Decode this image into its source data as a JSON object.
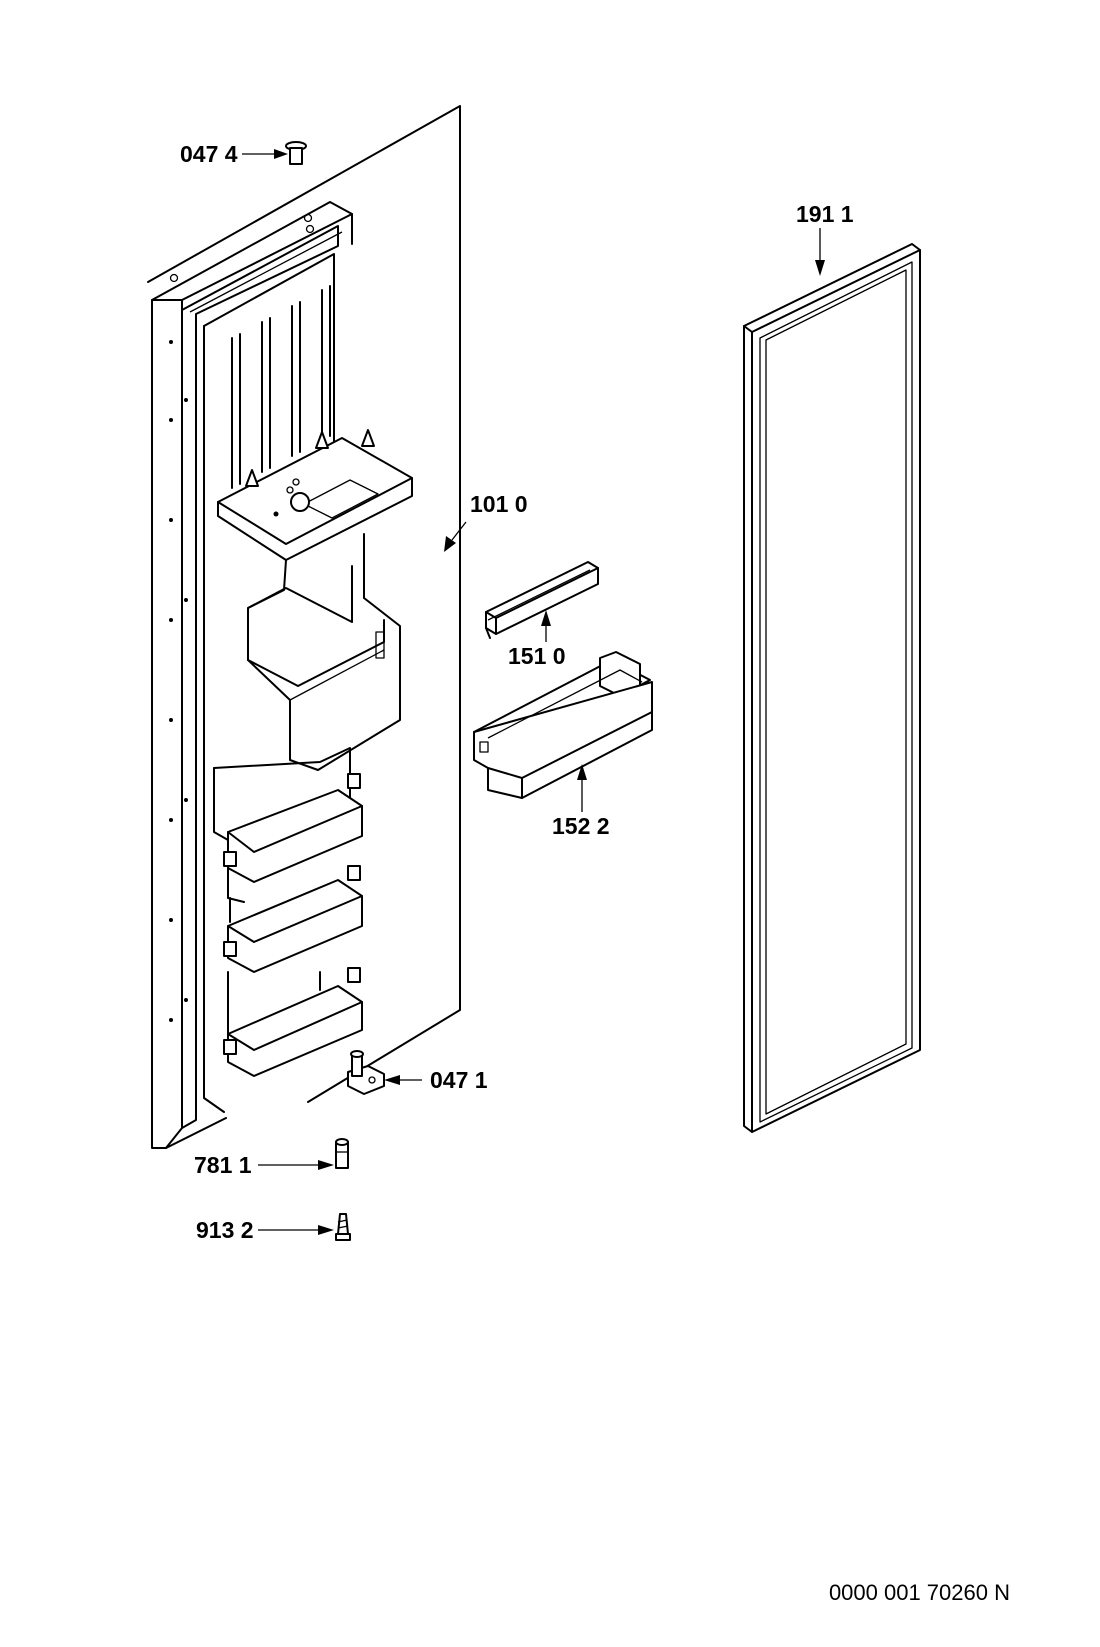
{
  "labels": {
    "hinge_top": "047 4",
    "gasket": "191 1",
    "door_liner": "101 0",
    "shelf_trim": "151 0",
    "door_bin": "152 2",
    "hinge_bottom": "047 1",
    "spacer": "781 1",
    "screw": "913 2"
  },
  "reference": "0000 001 70260 N"
}
